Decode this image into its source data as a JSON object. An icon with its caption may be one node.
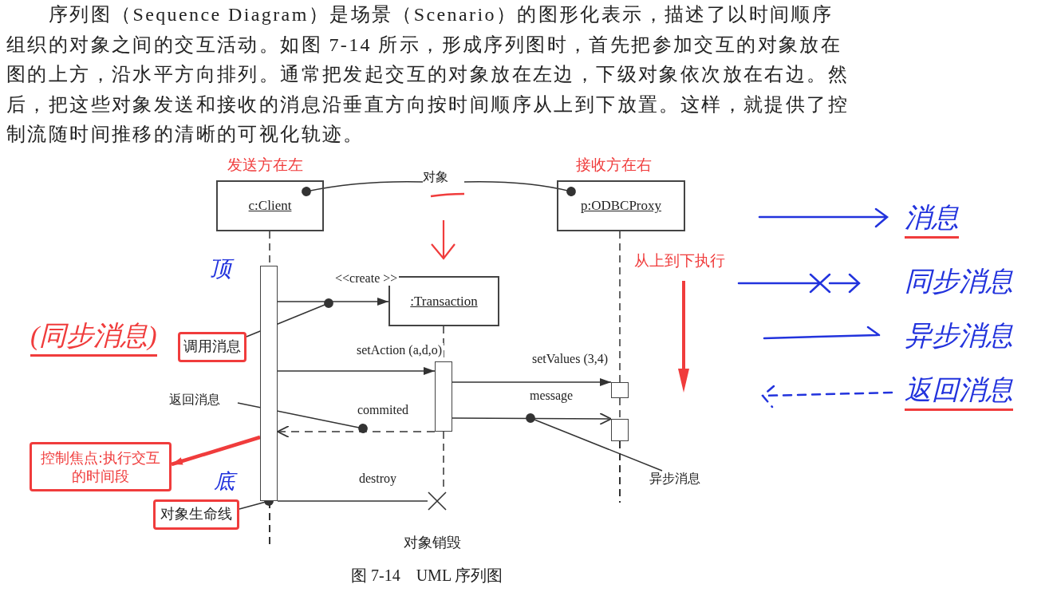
{
  "diagram": {
    "caption": "图 7-14　UML 序列图",
    "nodes": [
      {
        "text": [
          "c:Client"
        ],
        "beside": [
          "发送方在左"
        ]
      },
      {
        "text": [
          ":Transaction"
        ]
      },
      {
        "text": [
          "p:ODBCProxy"
        ],
        "beside": [
          "接收方在右"
        ]
      },
      {
        "text": [
          "对象"
        ]
      },
      {
        "text": [],
        "shape": "bar"
      },
      {
        "text": [],
        "shape": "bar"
      },
      {
        "text": [],
        "shape": "bar"
      },
      {
        "text": [],
        "shape": "bar"
      },
      {
        "text": [
          "调用消息"
        ]
      },
      {
        "text": [
          "返回消息"
        ]
      },
      {
        "text": [
          "异步消息"
        ]
      },
      {
        "text": [
          "控制焦点:执行交互的时间段"
        ]
      },
      {
        "text": [
          "对象生命线"
        ]
      },
      {
        "text": [],
        "shape": "cross",
        "beside": [
          "对象销毁"
        ]
      }
    ],
    "edges": [
      {
        "from": 3,
        "to": 0,
        "arrow": "other"
      },
      {
        "from": 3,
        "to": 2,
        "arrow": "other"
      },
      {
        "from": 0,
        "to": 4,
        "arrow": "none",
        "style": "dashed"
      },
      {
        "from": 1,
        "to": 5,
        "arrow": "none",
        "style": "dashed"
      },
      {
        "from": 2,
        "to": 6,
        "arrow": "none",
        "style": "dashed"
      },
      {
        "from": 6,
        "to": 7,
        "arrow": "none",
        "style": "dashed"
      },
      {
        "from": 4,
        "to": 1,
        "arrow": "to",
        "label": "<<create >>"
      },
      {
        "from": 4,
        "to": 5,
        "arrow": "to",
        "label": "setAction (a,d,o)"
      },
      {
        "from": 5,
        "to": 6,
        "arrow": "to",
        "label": "setValues (3,4)"
      },
      {
        "from": 5,
        "to": 7,
        "arrow": "to",
        "label": "message"
      },
      {
        "from": 5,
        "to": 4,
        "arrow": "to",
        "label": "commited",
        "style": "dashed"
      },
      {
        "from": 4,
        "to": 13,
        "arrow": "none",
        "label": "destroy"
      },
      {
        "from": 8,
        "to": null,
        "arrow": "other"
      },
      {
        "from": 9,
        "to": null,
        "arrow": "other"
      },
      {
        "from": 10,
        "to": null,
        "arrow": "other"
      },
      {
        "from": 12,
        "to": 4,
        "arrow": "other"
      },
      {
        "from": 4,
        "to": 11,
        "arrow": "to",
        "style": "thick",
        "color": "#f03c3c"
      },
      {
        "from": 5,
        "to": 13,
        "arrow": "none",
        "style": "dashed"
      }
    ],
    "labels": [
      "序列图（Sequence Diagram）是场景（Scenario）的图形化表示，描述了以时间顺序组织的对象之间的交互活动。如图 7-14 所示，形成序列图时，首先把参加交互的对象放在图的上方，沿水平方向排列。通常把发起交互的对象放在左边，下级对象依次放在右边。然后，把这些对象发送和接收的消息沿垂直方向按时间顺序从上到下放置。这样，就提供了控制流随时间推移的清晰的可视化轨迹。",
      "从上到下执行",
      "顶",
      "(同步消息)",
      "底"
    ],
    "legend": [
      {
        "text": "消息"
      },
      {
        "text": "同步消息"
      },
      {
        "text": "异步消息"
      },
      {
        "text": "返回消息"
      }
    ]
  }
}
